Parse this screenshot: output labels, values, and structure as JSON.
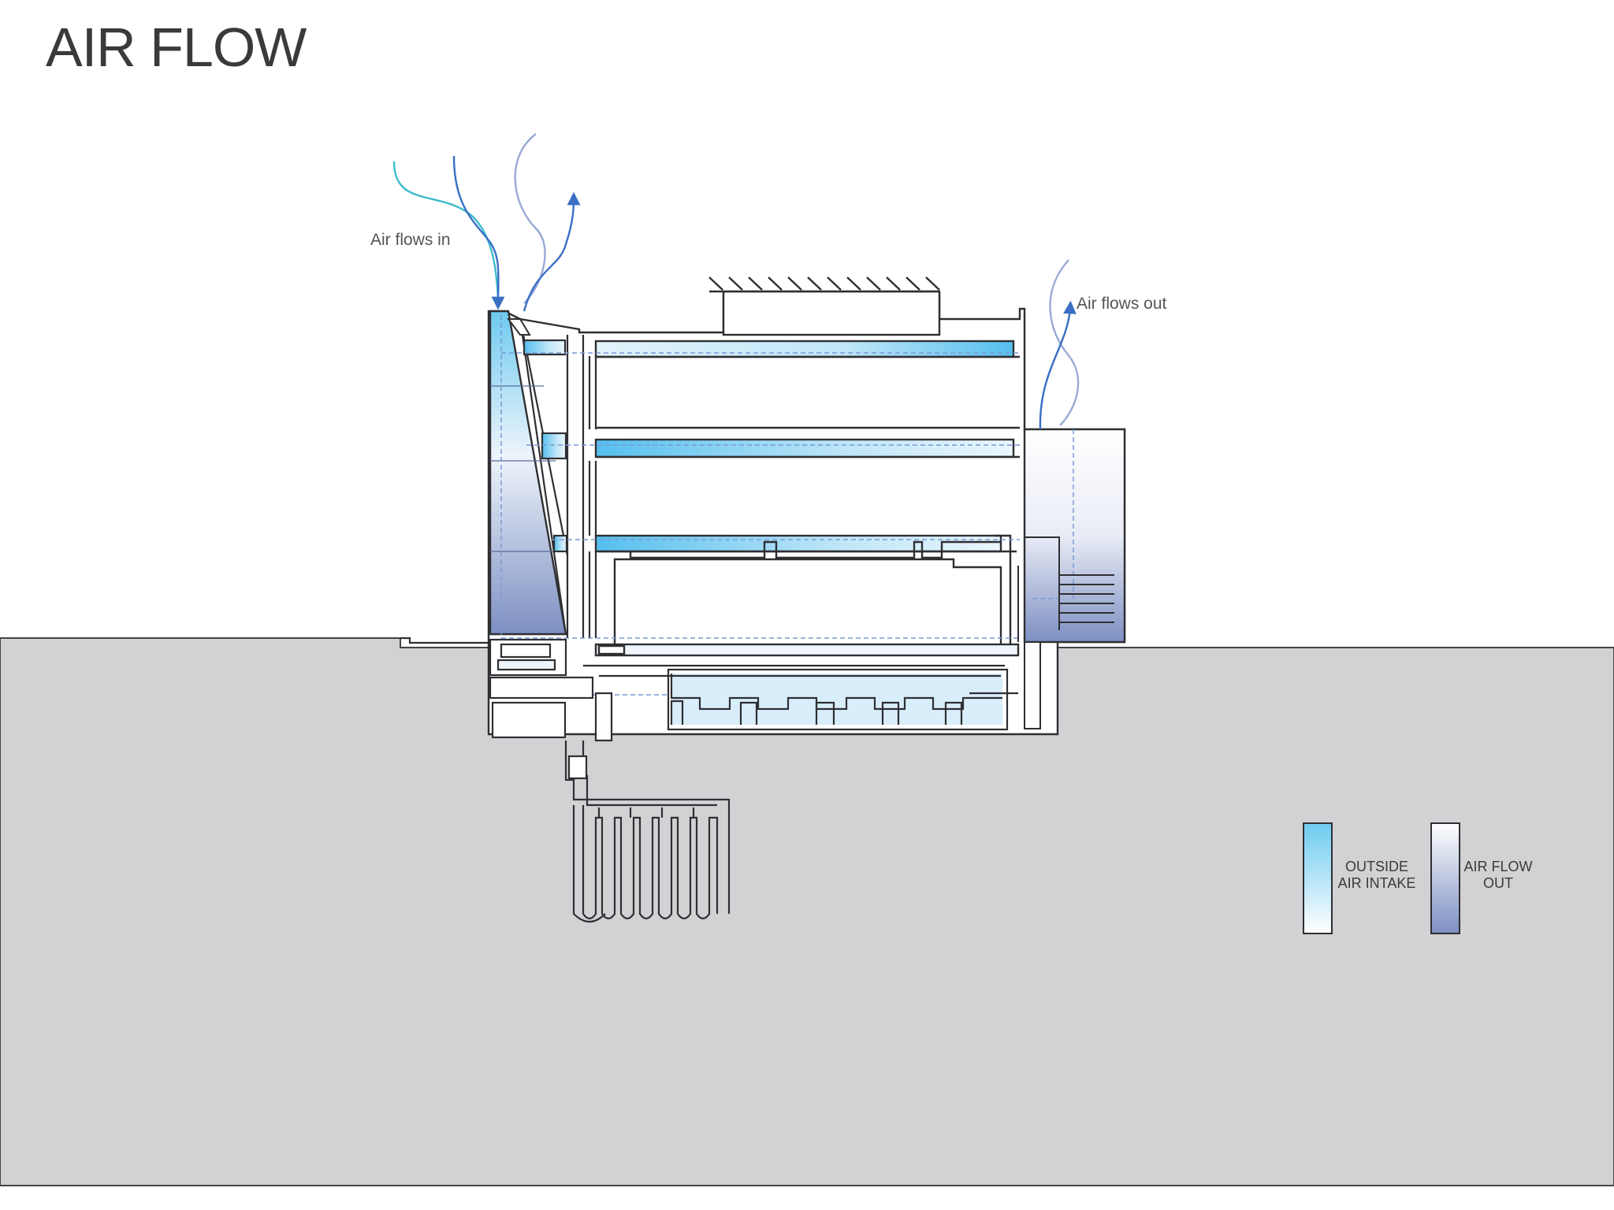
{
  "title": "AIR FLOW",
  "callouts": {
    "air_in": "Air flows in",
    "air_out": "Air flows out"
  },
  "legend": {
    "intake": {
      "line1": "OUTSIDE",
      "line2": "AIR INTAKE",
      "color": "#6ecbf0"
    },
    "out": {
      "line1": "AIR FLOW",
      "line2": "OUT",
      "color": "#7d8fc2"
    }
  },
  "colors": {
    "ground": "#d2d2d4",
    "outline": "#2f2f33",
    "arrow_dark": "#3a6fc4",
    "arrow_teal": "#3dbbcc",
    "arrow_light": "#9aa9d6"
  }
}
